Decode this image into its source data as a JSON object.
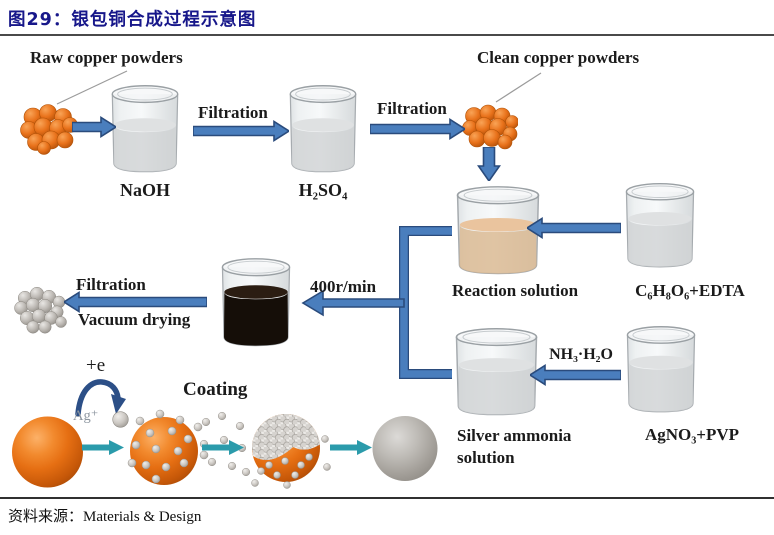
{
  "header": {
    "title": "图29：银包铜合成过程示意图"
  },
  "footer": {
    "source_label": "资料来源：",
    "source_value": "Materials & Design"
  },
  "diagram": {
    "labels": {
      "raw_copper": "Raw copper powders",
      "clean_copper": "Clean copper powders",
      "filtration1": "Filtration",
      "filtration2": "Filtration",
      "filtration3": "Filtration",
      "naoh": "NaOH",
      "h2so4": "H₂SO₄",
      "reaction_solution": "Reaction solution",
      "c6h8o6_edta": "C₆H₈O₆+EDTA",
      "rpm": "400r/min",
      "vacuum_drying": "Vacuum drying",
      "silver_ammonia": "Silver ammonia solution",
      "agno3_pvp": "AgNO₃+PVP",
      "nh3_h2o": "NH₃·H₂O",
      "plus_e": "+e",
      "ag_plus": "Ag⁺",
      "coating": "Coating"
    },
    "colors": {
      "title_navy": "#17178a",
      "label_black": "#1b1b1b",
      "arrow_blue": "#4a7ebd",
      "arrow_blue_edge": "#2a4b7c",
      "arrow_teal": "#2b9bab",
      "curved_arrow_navy": "#2c4f87",
      "copper_orange": "#e8731d",
      "silver_gray": "#b3b0ab",
      "reaction_liquid_peach": "#eac49e",
      "dark_liquid": "#150e08",
      "ag_plus_gray": "#8d96a0"
    }
  }
}
